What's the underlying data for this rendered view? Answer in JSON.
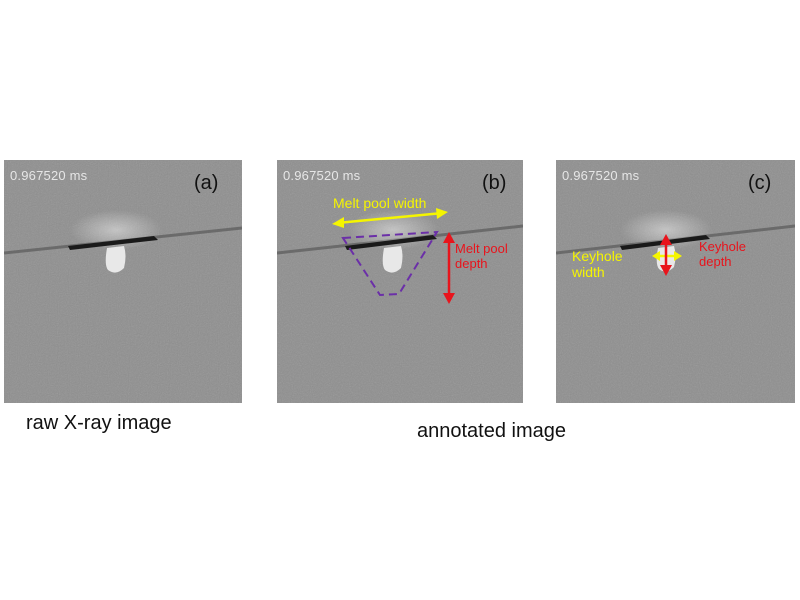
{
  "panels": [
    {
      "timestamp": "0.967520 ms",
      "label": "(a)"
    },
    {
      "timestamp": "0.967520 ms",
      "label": "(b)"
    },
    {
      "timestamp": "0.967520 ms",
      "label": "(c)"
    }
  ],
  "annotations": {
    "melt_pool_width": "Melt pool width",
    "melt_pool_depth_line1": "Melt pool",
    "melt_pool_depth_line2": "depth",
    "keyhole_width_line1": "Keyhole",
    "keyhole_width_line2": "width",
    "keyhole_depth_line1": "Keyhole",
    "keyhole_depth_line2": "depth"
  },
  "captions": {
    "raw": "raw X-ray image",
    "annotated": "annotated image"
  },
  "colors": {
    "width_arrow": "#f5f500",
    "depth_arrow": "#e8141c",
    "melt_pool_outline": "#6b2fa8"
  }
}
